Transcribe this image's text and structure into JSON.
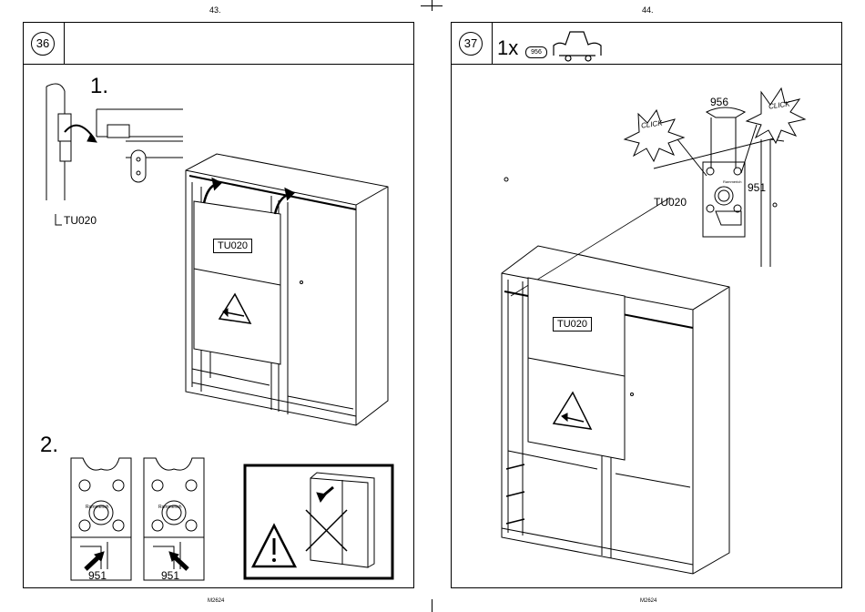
{
  "left_page": {
    "page_number": "43.",
    "step": "36",
    "substep_1": "1.",
    "substep_2": "2.",
    "label_hook": "TU020",
    "label_door": "TU020",
    "part_left": "951",
    "part_right": "951",
    "brand_left": "Rammerich",
    "brand_right": "Rammerich",
    "footer": "M2624"
  },
  "right_page": {
    "page_number": "44.",
    "step": "37",
    "quantity": "1x",
    "part_badge": "956",
    "callout_part_top": "956",
    "callout_part_side": "951",
    "click_left": "CLICK",
    "click_right": "CLICK",
    "label_callout": "TU020",
    "label_door": "TU020",
    "brand": "Rammerich",
    "footer": "M2624"
  }
}
